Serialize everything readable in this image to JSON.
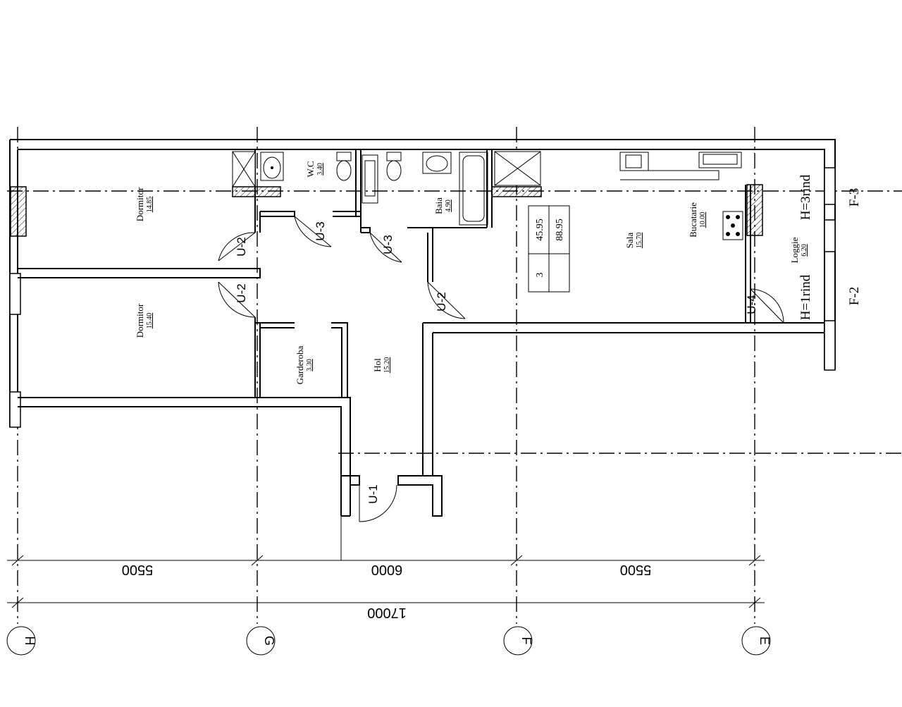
{
  "rooms": [
    {
      "name": "Dormitor",
      "area": "14.85"
    },
    {
      "name": "Dormitor",
      "area": "15.40"
    },
    {
      "name": "W.C",
      "area": "3.40"
    },
    {
      "name": "Baia",
      "area": "4.90"
    },
    {
      "name": "Garderoba",
      "area": "3.30"
    },
    {
      "name": "Hol",
      "area": "15.20"
    },
    {
      "name": "Sala",
      "area": "15.70"
    },
    {
      "name": "Bucatarie",
      "area": "10.00"
    },
    {
      "name": "Loggie",
      "area": "6.20"
    }
  ],
  "doors": [
    "U-1",
    "U-2",
    "U-2",
    "U-2",
    "U-3",
    "U-3",
    "U-4"
  ],
  "summary": {
    "rooms_count": "3",
    "living_area": "45.95",
    "total_area": "88.95"
  },
  "heights": {
    "upper": "H=3rind",
    "lower": "H=1rind"
  },
  "facades": {
    "upper": "F-3",
    "lower": "F-2"
  },
  "dimensions": {
    "seg1": "5500",
    "seg2": "6000",
    "seg3": "5500",
    "total": "17000"
  },
  "axes": [
    "H",
    "G",
    "F",
    "E"
  ],
  "colors": {
    "line": "#000000",
    "background": "#ffffff"
  }
}
